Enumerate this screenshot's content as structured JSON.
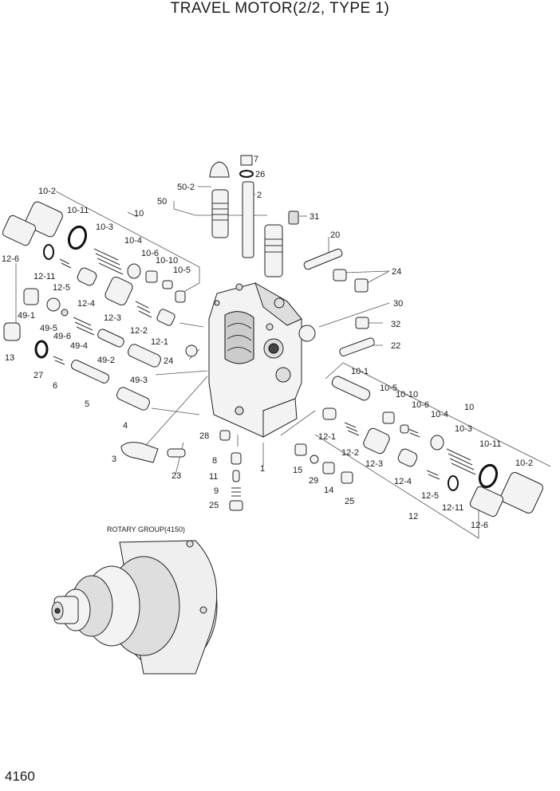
{
  "title": "TRAVEL MOTOR(2/2, TYPE 1)",
  "page_number": "4160",
  "rotary_group_label": "ROTARY GROUP(4150)",
  "callouts": {
    "c7": "7",
    "c26": "26",
    "c2": "2",
    "c50_2": "50-2",
    "c50": "50",
    "c31": "31",
    "c10_2a": "10-2",
    "c10_11a": "10-11",
    "c10a": "10",
    "c10_3a": "10-3",
    "c10_4a": "10-4",
    "c10_6a": "10-6",
    "c10_10a": "10-10",
    "c10_5a": "10-5",
    "c12_6a": "12-6",
    "c12_11a": "12-11",
    "c12_5a": "12-5",
    "c12_4a": "12-4",
    "c12_3a": "12-3",
    "c12_2a": "12-2",
    "c12_1a": "12-1",
    "c49_1": "49-1",
    "c49_5": "49-5",
    "c49_6": "49-6",
    "c49_4": "49-4",
    "c49_2": "49-2",
    "c49_3": "49-3",
    "c13": "13",
    "c27": "27",
    "c6": "6",
    "c5": "5",
    "c4": "4",
    "c3": "3",
    "c24a": "24",
    "c20": "20",
    "c24b": "24",
    "c30": "30",
    "c32": "32",
    "c22": "22",
    "c28": "28",
    "c23": "23",
    "c8": "8",
    "c11": "11",
    "c9": "9",
    "c25a": "25",
    "c1": "1",
    "c15": "15",
    "c29": "29",
    "c14": "14",
    "c25b": "25",
    "c10_1": "10-1",
    "c10_5b": "10-5",
    "c10_10b": "10-10",
    "c10_6b": "10-6",
    "c10_4b": "10-4",
    "c10b": "10",
    "c10_3b": "10-3",
    "c10_11b": "10-11",
    "c10_2b": "10-2",
    "c12_1b": "12-1",
    "c12_2b": "12-2",
    "c12_3b": "12-3",
    "c12_4b": "12-4",
    "c12_5b": "12-5",
    "c12_11b": "12-11",
    "c12_6b": "12-6",
    "c12b": "12"
  }
}
